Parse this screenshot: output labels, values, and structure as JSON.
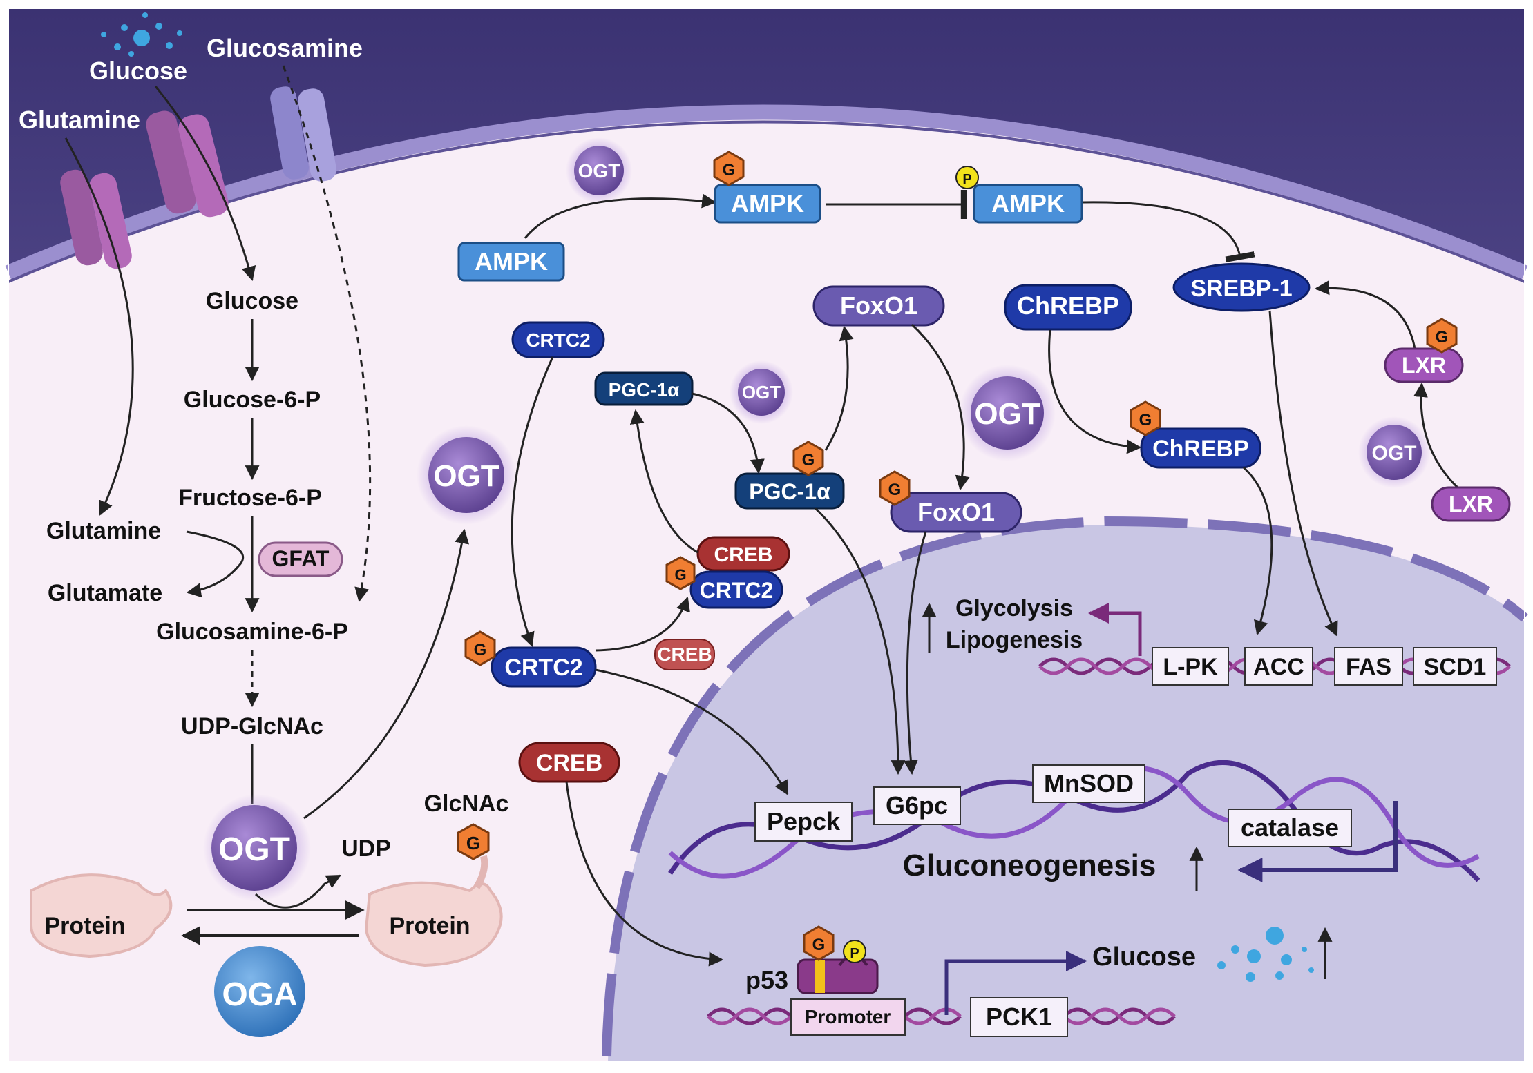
{
  "membrane_inputs": {
    "glucose": "Glucose",
    "glucosamine": "Glucosamine",
    "glutamine": "Glutamine"
  },
  "pathway": {
    "glucose": "Glucose",
    "g6p": "Glucose-6-P",
    "f6p": "Fructose-6-P",
    "glutamine": "Glutamine",
    "glutamate": "Glutamate",
    "gfat": "GFAT",
    "glcn6p": "Glucosamine-6-P",
    "udp_glcnac": "UDP-GlcNAc"
  },
  "cycle": {
    "ogt": "OGT",
    "oga": "OGA",
    "udp": "UDP",
    "glcnac": "GlcNAc",
    "protein_left": "Protein",
    "protein_right": "Protein",
    "g_tag": "G"
  },
  "ogt_nodes": {
    "big_left": "OGT",
    "small_top": "OGT",
    "small_mid": "OGT",
    "big_mid": "OGT",
    "small_right": "OGT"
  },
  "ampk": {
    "ampk1": "AMPK",
    "ampk2": "AMPK",
    "ampk3": "AMPK",
    "g": "G",
    "p": "P"
  },
  "srebp": "SREBP-1",
  "lxr": {
    "lxr1": "LXR",
    "lxr2": "LXR",
    "g": "G"
  },
  "foxo1": {
    "f1": "FoxO1",
    "f2": "FoxO1",
    "g": "G"
  },
  "chrebp": {
    "c1": "ChREBP",
    "c2": "ChREBP",
    "g": "G"
  },
  "pgc": {
    "p1": "PGC-1α",
    "p2": "PGC-1α",
    "g": "G"
  },
  "crtc2": {
    "c1": "CRTC2",
    "c2": "CRTC2",
    "c3": "CRTC2",
    "g1": "G",
    "g2": "G"
  },
  "creb": {
    "c1": "CREB",
    "c2": "CREB",
    "c3": "CREB"
  },
  "nucleus": {
    "glycolysis": "Glycolysis",
    "lipogenesis": "Lipogenesis",
    "genes_top": [
      "L-PK",
      "ACC",
      "FAS",
      "SCD1"
    ],
    "pepck": "Pepck",
    "g6pc": "G6pc",
    "mnsod": "MnSOD",
    "catalase": "catalase",
    "gluconeogenesis": "Gluconeogenesis",
    "p53": "p53",
    "promoter": "Promoter",
    "pck1": "PCK1",
    "glucose_out": "Glucose",
    "g": "G",
    "p": "P"
  },
  "colors": {
    "ogt_purple": "#7b5aa8",
    "ampk_blue": "#4a90d9",
    "dark_blue": "#1f3aa8",
    "navy": "#14407a",
    "creb_red": "#a83232",
    "foxo_purple": "#6a5bb0",
    "lxr_magenta": "#a155b9",
    "g_orange": "#f07e32",
    "p_yellow": "#f2e21b",
    "nucleus": "#c7c5e3",
    "cytoplasm": "#f7eef6"
  }
}
